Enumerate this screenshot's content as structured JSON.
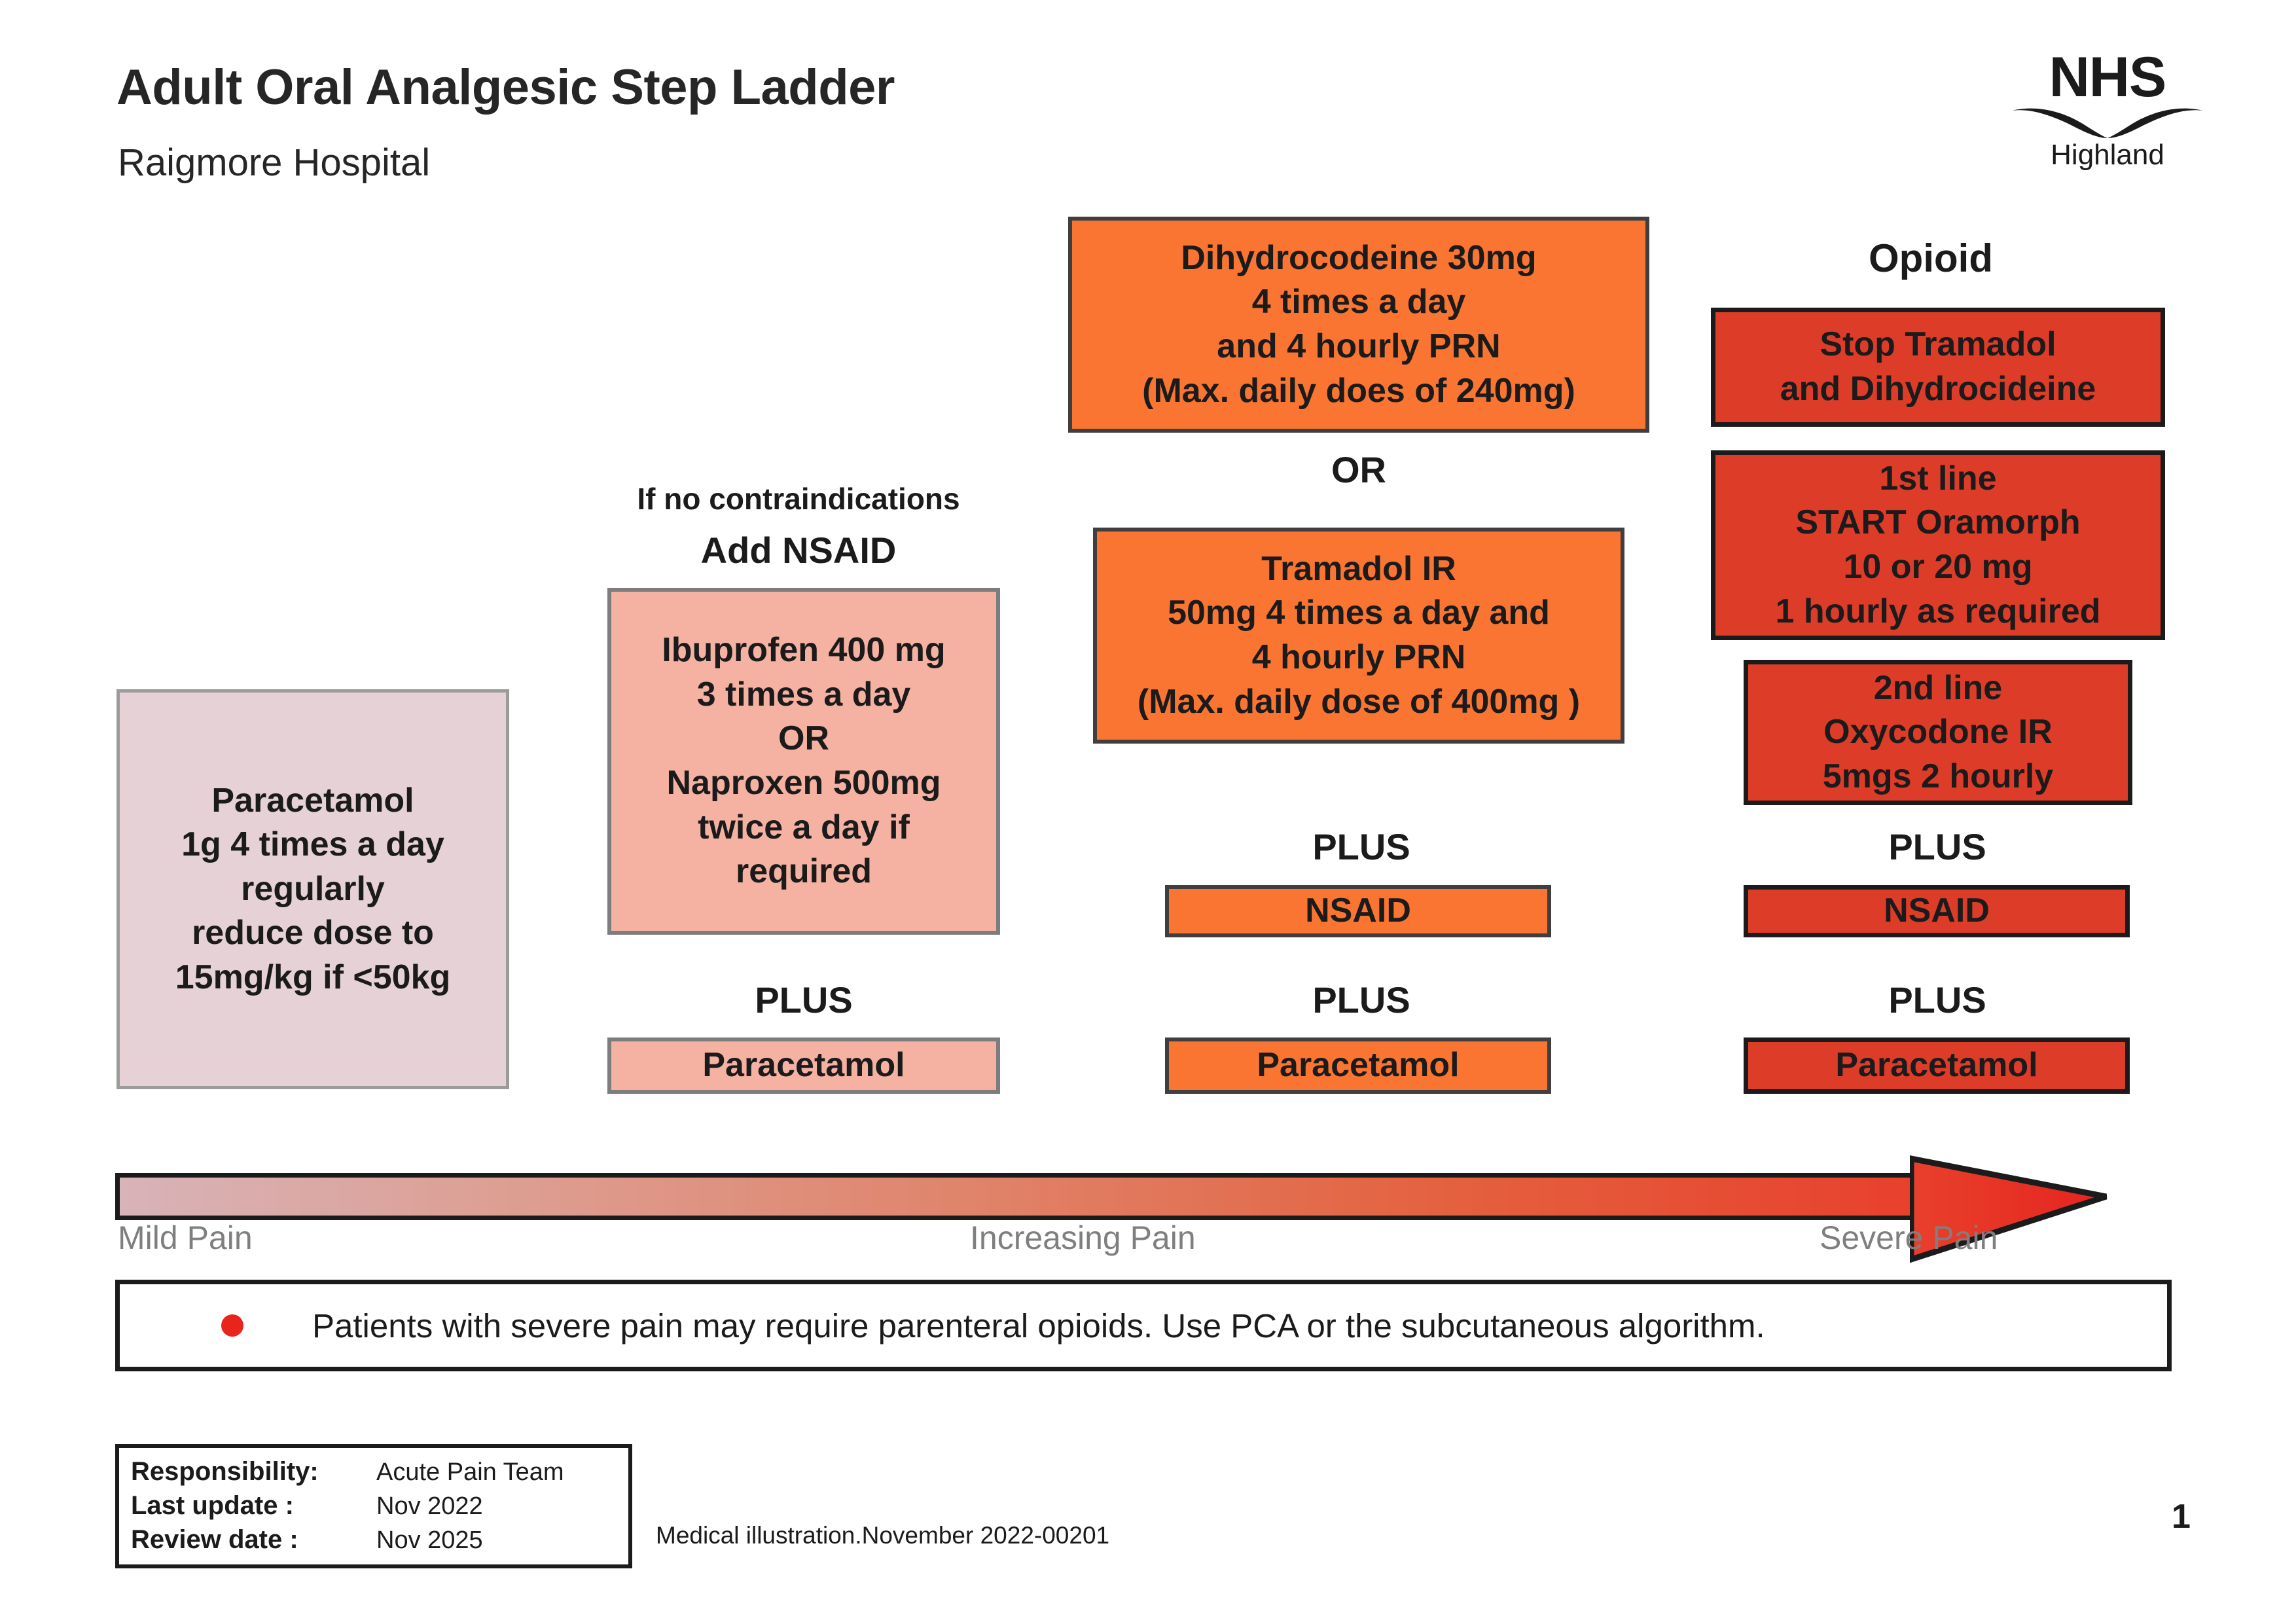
{
  "header": {
    "title": "Adult Oral Analgesic Step Ladder",
    "subtitle": "Raigmore Hospital",
    "logo": {
      "wordmark": "NHS",
      "region": "Highland"
    }
  },
  "ladder": {
    "step1": {
      "box_text": "Paracetamol\n1g 4 times a day\nregularly\nreduce dose to\n15mg/kg if <50kg"
    },
    "step2": {
      "heading_line1": "If no contraindications",
      "heading_line2": "Add NSAID",
      "box_text": "Ibuprofen 400 mg\n3 times a day\nOR\nNaproxen 500mg\ntwice a day if\nrequired",
      "plus_label": "PLUS",
      "paracetamol_label": "Paracetamol"
    },
    "step3": {
      "box1_text": "Dihydrocodeine 30mg\n4 times a day\nand 4 hourly PRN\n(Max. daily does of 240mg)",
      "or_label": "OR",
      "box2_text": "Tramadol IR\n50mg 4 times a day and\n4 hourly PRN\n(Max. daily dose of 400mg )",
      "plus_label_1": "PLUS",
      "nsaid_label": "NSAID",
      "plus_label_2": "PLUS",
      "paracetamol_label": "Paracetamol"
    },
    "step4": {
      "heading": "Opioid",
      "box1_text": "Stop Tramadol\nand Dihydrocideine",
      "box2_text": "1st line\nSTART Oramorph\n10 or 20 mg\n1 hourly as required",
      "box3_text": "2nd line\nOxycodone IR\n5mgs 2 hourly",
      "plus_label_1": "PLUS",
      "nsaid_label": "NSAID",
      "plus_label_2": "PLUS",
      "paracetamol_label": "Paracetamol"
    }
  },
  "pain_scale": {
    "mild": "Mild Pain",
    "increasing": "Increasing Pain",
    "severe": "Severe Pain"
  },
  "note": {
    "text": "Patients with severe pain may require parenteral opioids. Use PCA or the subcutaneous algorithm."
  },
  "footer": {
    "rows": [
      {
        "key": "Responsibility:",
        "value": "Acute Pain Team"
      },
      {
        "key": "Last update :",
        "value": "Nov 2022"
      },
      {
        "key": "Review date :",
        "value": "Nov 2025"
      }
    ],
    "illustration_credit": "Medical illustration.November 2022-00201",
    "page_number": "1"
  },
  "colors": {
    "step1_fill": "#e6d2d6",
    "step2_fill": "#f5b2a2",
    "step3_fill": "#fa7532",
    "step4_fill": "#dd3c29",
    "bullet": "#e8241c",
    "pain_label": "#7f7f7f",
    "text": "#1b1b1b"
  }
}
